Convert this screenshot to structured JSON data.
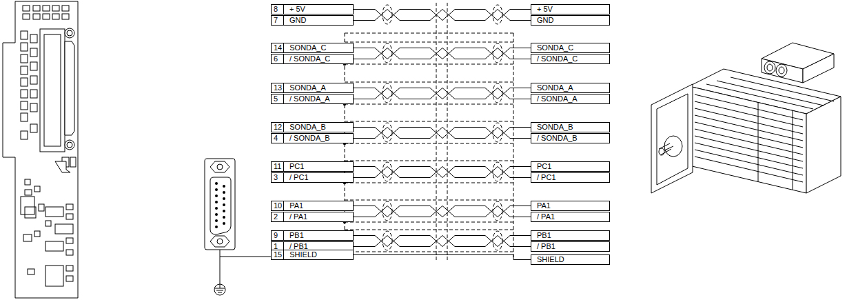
{
  "diagram": {
    "nodes": [
      {
        "text": [
          "8",
          "+ 5V"
        ]
      },
      {
        "text": [
          "+ 5V"
        ]
      },
      {
        "text": [
          "7",
          "GND"
        ]
      },
      {
        "text": [
          "GND"
        ]
      },
      {
        "text": [
          "14",
          "SONDA_C"
        ]
      },
      {
        "text": [
          "SONDA_C"
        ]
      },
      {
        "text": [
          "6",
          "/ SONDA_C"
        ]
      },
      {
        "text": [
          "/ SONDA_C"
        ]
      },
      {
        "text": [
          "13",
          "SONDA_A"
        ]
      },
      {
        "text": [
          "SONDA_A"
        ]
      },
      {
        "text": [
          "5",
          "/ SONDA_A"
        ]
      },
      {
        "text": [
          "/ SONDA_A"
        ]
      },
      {
        "text": [
          "12",
          "SONDA_B"
        ]
      },
      {
        "text": [
          "SONDA_B"
        ]
      },
      {
        "text": [
          "4",
          "/ SONDA_B"
        ]
      },
      {
        "text": [
          "/ SONDA_B"
        ]
      },
      {
        "text": [
          "11",
          "PC1"
        ]
      },
      {
        "text": [
          "PC1"
        ]
      },
      {
        "text": [
          "3",
          "/ PC1"
        ]
      },
      {
        "text": [
          "/ PC1"
        ]
      },
      {
        "text": [
          "10",
          "PA1"
        ]
      },
      {
        "text": [
          "PA1"
        ]
      },
      {
        "text": [
          "2",
          "/ PA1"
        ]
      },
      {
        "text": [
          "/ PA1"
        ]
      },
      {
        "text": [
          "9",
          "PB1"
        ]
      },
      {
        "text": [
          "PB1"
        ]
      },
      {
        "text": [
          "1",
          "/ PB1"
        ]
      },
      {
        "text": [
          "/ PB1"
        ]
      },
      {
        "text": [
          "15",
          "SHIELD"
        ]
      },
      {
        "text": [
          "SHIELD"
        ]
      }
    ],
    "edges": [
      {
        "from": 0,
        "to": 1,
        "arrow": "none"
      },
      {
        "from": 2,
        "to": 3,
        "arrow": "none"
      },
      {
        "from": 4,
        "to": 5,
        "arrow": "none"
      },
      {
        "from": 6,
        "to": 7,
        "arrow": "none"
      },
      {
        "from": 8,
        "to": 9,
        "arrow": "none"
      },
      {
        "from": 10,
        "to": 11,
        "arrow": "none"
      },
      {
        "from": 12,
        "to": 13,
        "arrow": "none"
      },
      {
        "from": 14,
        "to": 15,
        "arrow": "none"
      },
      {
        "from": 16,
        "to": 17,
        "arrow": "none"
      },
      {
        "from": 18,
        "to": 19,
        "arrow": "none"
      },
      {
        "from": 20,
        "to": 21,
        "arrow": "none"
      },
      {
        "from": 22,
        "to": 23,
        "arrow": "none"
      },
      {
        "from": 24,
        "to": 25,
        "arrow": "none"
      },
      {
        "from": 26,
        "to": 27,
        "arrow": "none"
      },
      {
        "from": 28,
        "to": 29,
        "arrow": "none"
      }
    ]
  }
}
